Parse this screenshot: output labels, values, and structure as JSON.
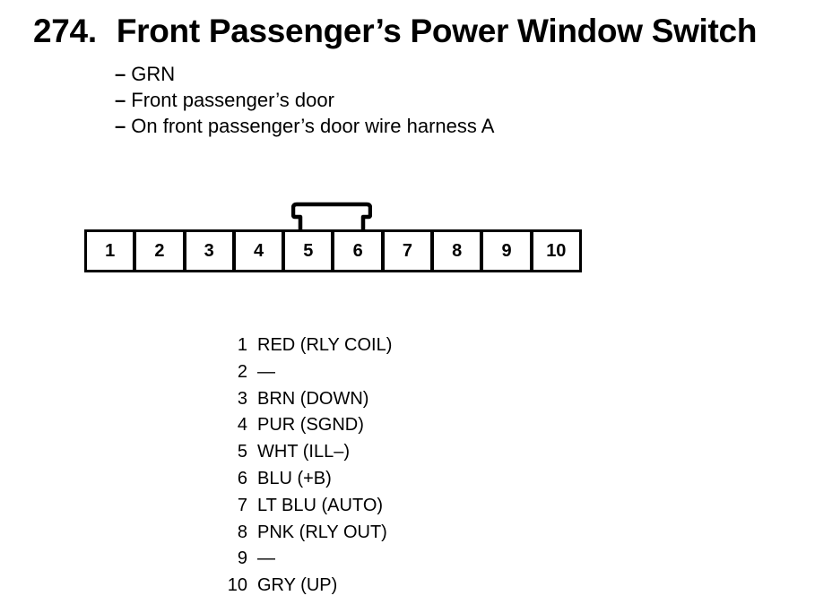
{
  "title": {
    "number": "274.",
    "text": "Front Passenger’s Power Window Switch"
  },
  "details": [
    "GRN",
    "Front passenger’s door",
    "On front passenger’s door wire harness A"
  ],
  "detail_dash": "–",
  "connector": {
    "pins": [
      "1",
      "2",
      "3",
      "4",
      "5",
      "6",
      "7",
      "8",
      "9",
      "10"
    ]
  },
  "pin_descriptions": [
    {
      "pin": "1",
      "desc": "RED (RLY COIL)"
    },
    {
      "pin": "2",
      "desc": "—"
    },
    {
      "pin": "3",
      "desc": "BRN (DOWN)"
    },
    {
      "pin": "4",
      "desc": "PUR (SGND)"
    },
    {
      "pin": "5",
      "desc": "WHT (ILL–)"
    },
    {
      "pin": "6",
      "desc": "BLU (+B)"
    },
    {
      "pin": "7",
      "desc": "LT BLU (AUTO)"
    },
    {
      "pin": "8",
      "desc": "PNK (RLY OUT)"
    },
    {
      "pin": "9",
      "desc": "—"
    },
    {
      "pin": "10",
      "desc": "GRY (UP)"
    }
  ]
}
